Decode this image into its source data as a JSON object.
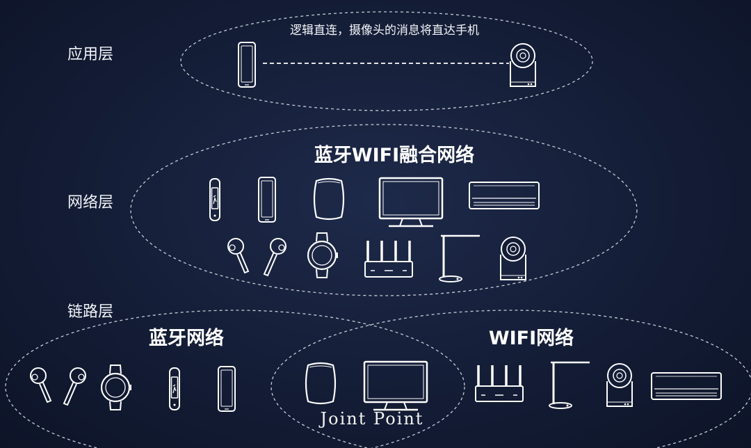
{
  "layers": {
    "application": "应用层",
    "network": "网络层",
    "link": "链路层"
  },
  "application_note": "逻辑直连，摄像头的消息将直达手机",
  "network_title": "蓝牙WIFI融合网络",
  "bluetooth_title": "蓝牙网络",
  "wifi_title": "WIFI网络",
  "joint_point": "Joint Point",
  "colors": {
    "background": "#141d36",
    "line": "#ffffff",
    "dashed_ellipse": "#c8ccd6"
  }
}
